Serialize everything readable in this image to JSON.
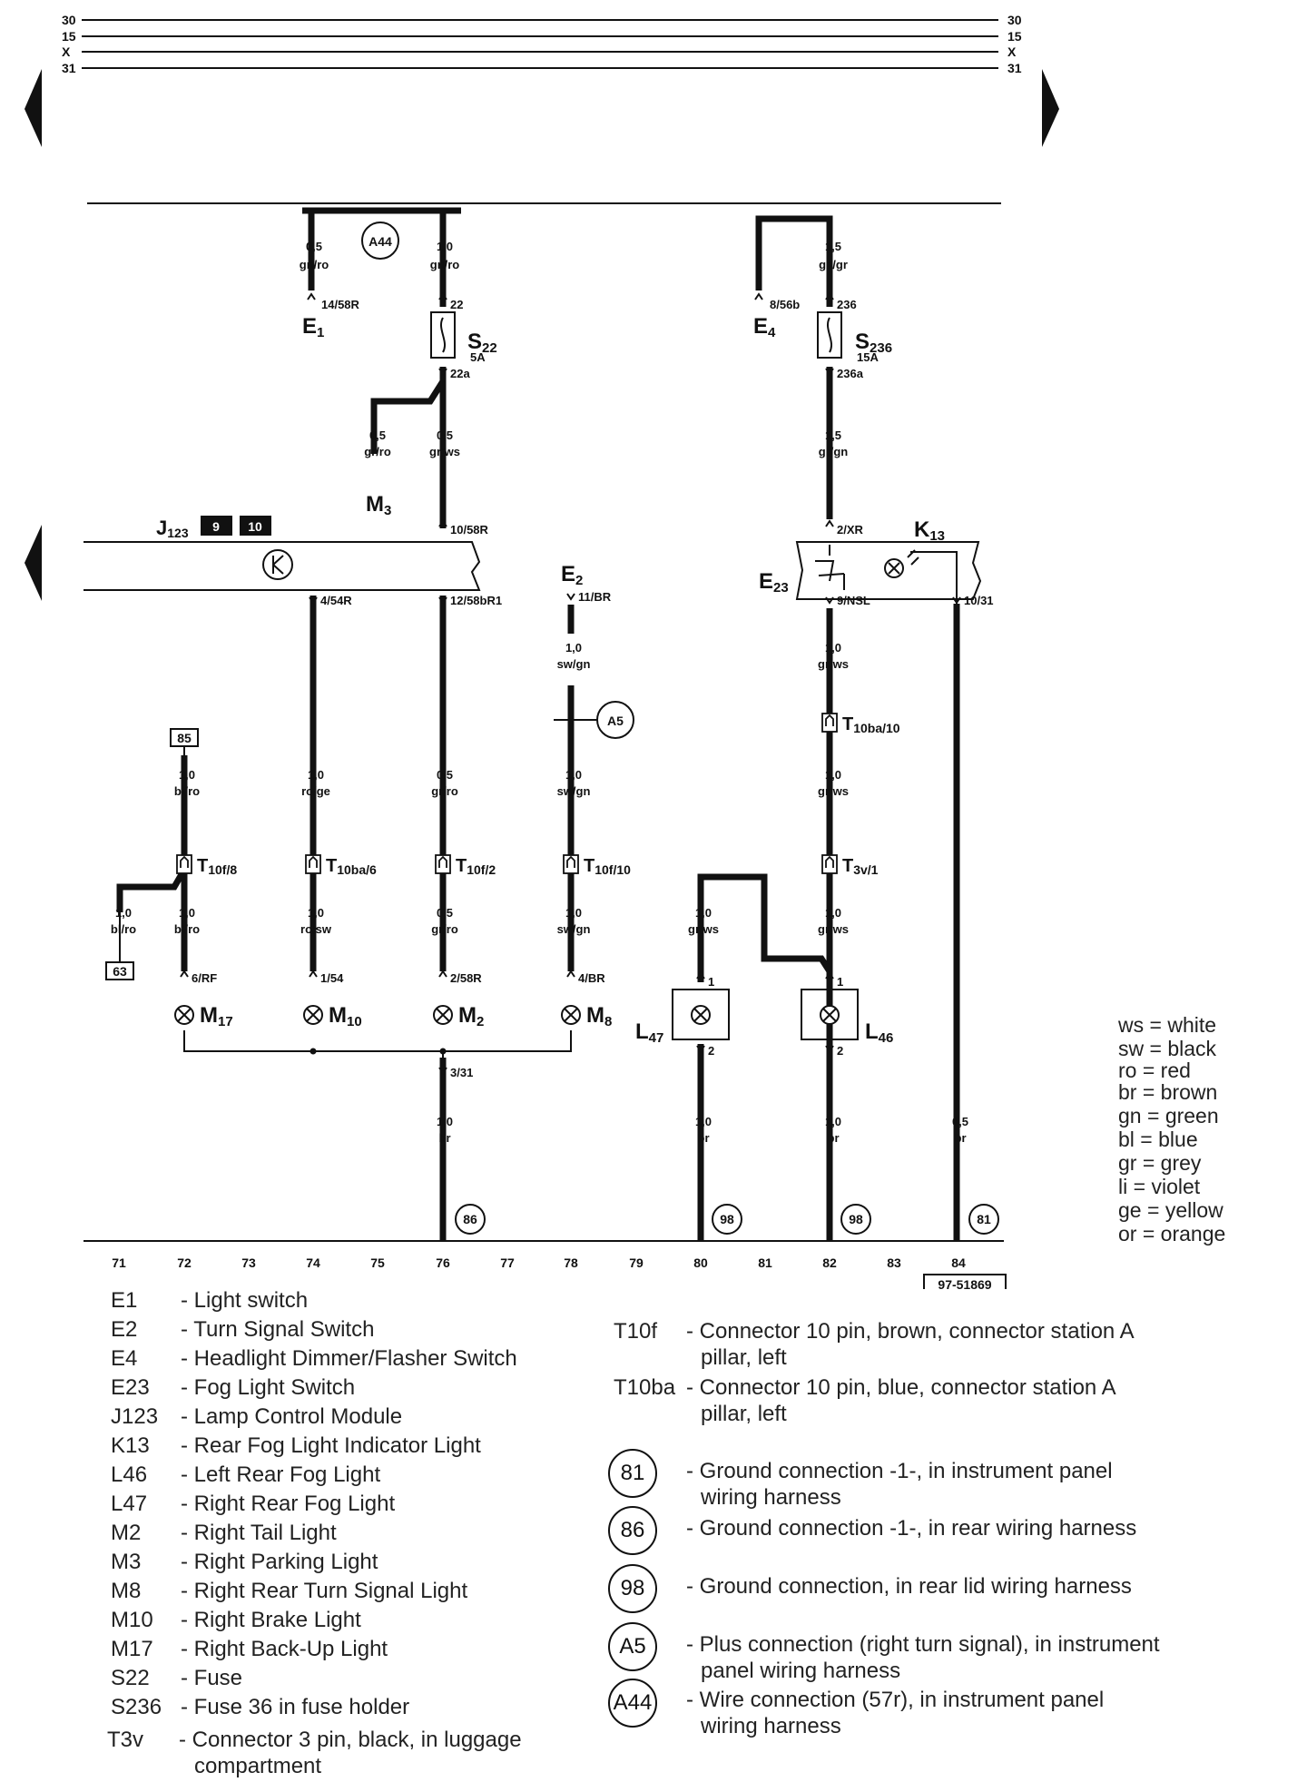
{
  "rails": {
    "left": [
      "30",
      "15",
      "X",
      "31"
    ],
    "right": [
      "30",
      "15",
      "X",
      "31"
    ]
  },
  "ref_number": "97-51869",
  "tracks": [
    "71",
    "72",
    "73",
    "74",
    "75",
    "76",
    "77",
    "78",
    "79",
    "80",
    "81",
    "82",
    "83",
    "84"
  ],
  "components": {
    "E1": "E",
    "E1_sub": "1",
    "E2": "E",
    "E2_sub": "2",
    "E4": "E",
    "E4_sub": "4",
    "E23": "E",
    "E23_sub": "23",
    "J123": "J",
    "J123_sub": "123",
    "J123_box1": "9",
    "J123_box2": "10",
    "K13": "K",
    "K13_sub": "13",
    "M3": "M",
    "M3_sub": "3",
    "S22": "S",
    "S22_sub": "22",
    "S22_rating": "5A",
    "S236": "S",
    "S236_sub": "236",
    "S236_rating": "15A",
    "M17": "M",
    "M17_sub": "17",
    "M10": "M",
    "M10_sub": "10",
    "M2": "M",
    "M2_sub": "2",
    "M8": "M",
    "M8_sub": "8",
    "L47": "L",
    "L47_sub": "47",
    "L46": "L",
    "L46_sub": "46"
  },
  "connectors": {
    "T10f8": "T",
    "T10f8_sub": "10f/8",
    "T10ba6": "T",
    "T10ba6_sub": "10ba/6",
    "T10f2": "T",
    "T10f2_sub": "10f/2",
    "T10f10": "T",
    "T10f10_sub": "10f/10",
    "T10ba10": "T",
    "T10ba10_sub": "10ba/10",
    "T3v1": "T",
    "T3v1_sub": "3v/1"
  },
  "splices": {
    "A44": "A44",
    "A5": "A5",
    "box85": "85",
    "box63": "63"
  },
  "grounds": {
    "g86": "86",
    "g98a": "98",
    "g98b": "98",
    "g81": "81"
  },
  "wires": {
    "w1_size": "0,5",
    "w1_color": "gn/ro",
    "w2_size": "1,0",
    "w2_color": "gn/ro",
    "w3_size": "1,5",
    "w3_color": "ge/gr",
    "w4_size": "0,5",
    "w4_color": "gr/ro",
    "w5_size": "0,5",
    "w5_color": "gr/ws",
    "w6_size": "1,5",
    "w6_color": "gr/gn",
    "w7_size": "1,0",
    "w7_color": "sw/gn",
    "w8_size": "1,0",
    "w8_color": "gr/ws",
    "w9_size": "1,0",
    "w9_color": "bl/ro",
    "w10_size": "1,0",
    "w10_color": "ro/ge",
    "w11_size": "0,5",
    "w11_color": "gr/ro",
    "w12_size": "1,0",
    "w12_color": "sw/gn",
    "w13_size": "1,0",
    "w13_color": "gr/ws",
    "w14_size": "1,0",
    "w14_color": "bl/ro",
    "w15_size": "1,0",
    "w15_color": "bl/ro",
    "w16_size": "1,0",
    "w16_color": "ro/sw",
    "w17_size": "0,5",
    "w17_color": "gr/ro",
    "w18_size": "1,0",
    "w18_color": "sw/gn",
    "w19_size": "1,0",
    "w19_color": "gr/ws",
    "w20_size": "1,0",
    "w20_color": "gr/ws",
    "w21_size": "1,0",
    "w21_color": "br",
    "w22_size": "1,0",
    "w22_color": "br",
    "w23_size": "1,0",
    "w23_color": "br",
    "w24_size": "0,5",
    "w24_color": "br"
  },
  "pins": {
    "p1": "14/58R",
    "p2": "22",
    "p3": "22a",
    "p4": "8/56b",
    "p5": "236",
    "p6": "236a",
    "p7": "10/58R",
    "p8": "2/XR",
    "p9": "4/54R",
    "p10": "12/58bR1",
    "p11": "11/BR",
    "p12": "9/NSL",
    "p13": "10/31",
    "p14": "6/RF",
    "p15": "1/54",
    "p16": "2/58R",
    "p17": "4/BR",
    "p18": "1",
    "p19": "1",
    "p20": "2",
    "p21": "2",
    "p22": "3/31"
  },
  "color_key": [
    {
      "code": "ws",
      "name": "white"
    },
    {
      "code": "sw",
      "name": "black"
    },
    {
      "code": "ro",
      "name": "red"
    },
    {
      "code": "br",
      "name": "brown"
    },
    {
      "code": "gn",
      "name": "green"
    },
    {
      "code": "bl",
      "name": "blue"
    },
    {
      "code": "gr",
      "name": "grey"
    },
    {
      "code": "li",
      "name": "violet"
    },
    {
      "code": "ge",
      "name": "yellow"
    },
    {
      "code": "or",
      "name": "orange"
    }
  ],
  "legend_left": [
    {
      "code": "E1",
      "desc": "- Light switch"
    },
    {
      "code": "E2",
      "desc": "- Turn Signal Switch"
    },
    {
      "code": "E4",
      "desc": "- Headlight Dimmer/Flasher Switch"
    },
    {
      "code": "E23",
      "desc": "- Fog Light Switch"
    },
    {
      "code": "J123",
      "desc": "- Lamp Control Module"
    },
    {
      "code": "K13",
      "desc": "- Rear Fog Light Indicator Light"
    },
    {
      "code": "L46",
      "desc": "- Left Rear Fog Light"
    },
    {
      "code": "L47",
      "desc": "- Right Rear Fog Light"
    },
    {
      "code": "M2",
      "desc": "- Right Tail Light"
    },
    {
      "code": "M3",
      "desc": "- Right Parking Light"
    },
    {
      "code": "M8",
      "desc": "- Right Rear Turn Signal Light"
    },
    {
      "code": "M10",
      "desc": "- Right Brake Light"
    },
    {
      "code": "M17",
      "desc": "- Right Back-Up Light"
    },
    {
      "code": "S22",
      "desc": "- Fuse"
    },
    {
      "code": "S236",
      "desc": "- Fuse 36 in fuse holder"
    }
  ],
  "legend_t3v": {
    "code": "T3v",
    "desc1": "- Connector 3 pin, black, in luggage",
    "desc2": "compartment"
  },
  "legend_right": [
    {
      "code": "T10f",
      "desc1": "- Connector 10 pin, brown, connector station A",
      "desc2": "pillar, left"
    },
    {
      "code": "T10ba",
      "desc1": "- Connector 10 pin, blue, connector station A",
      "desc2": "pillar, left"
    }
  ],
  "legend_circles": [
    {
      "code": "81",
      "desc1": "- Ground connection -1-, in instrument panel",
      "desc2": "wiring harness"
    },
    {
      "code": "86",
      "desc1": "- Ground connection -1-, in rear wiring harness",
      "desc2": ""
    },
    {
      "code": "98",
      "desc1": "- Ground connection, in rear lid wiring harness",
      "desc2": ""
    },
    {
      "code": "A5",
      "desc1": "- Plus connection (right turn signal), in instrument",
      "desc2": "panel wiring harness"
    },
    {
      "code": "A44",
      "desc1": "- Wire connection (57r), in instrument panel",
      "desc2": "wiring harness"
    }
  ]
}
